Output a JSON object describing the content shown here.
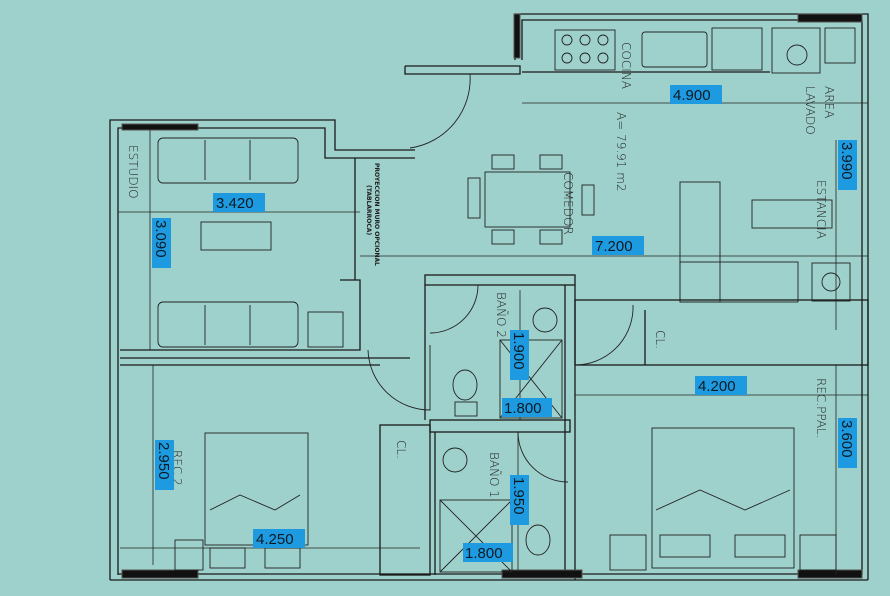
{
  "plan": {
    "total_area": "A= 79.91 m2",
    "rooms": {
      "cocina": "COCINA",
      "area": "AREA",
      "lavado": "LAVADO",
      "comedor": "COMEDOR",
      "estancia": "ESTANCIA",
      "estudio": "ESTUDIO",
      "bano2": "BAÑO 2",
      "bano1": "BAÑO 1",
      "closet_a": "CL.",
      "closet_b": "CL.",
      "rec_ppal": "REC.PPAL.",
      "rec2": "REC.2"
    },
    "notes": {
      "proyeccion_1": "PROYECCION MURO OPCIONAL",
      "proyeccion_2": "(TABLARROCA)"
    },
    "dimensions": {
      "kitchen_width": "4.900",
      "estancia_depth": "3.990",
      "estudio_width": "3.420",
      "estudio_depth": "3.090",
      "total_width": "7.200",
      "bano2_depth": "1.900",
      "bano2_width": "1.800",
      "rec_ppal_width": "4.200",
      "rec_ppal_depth": "3.600",
      "rec2_depth": "2.950",
      "rec2_width": "4.250",
      "bano1_depth": "1.950",
      "bano1_width": "1.800"
    },
    "colors": {
      "background": "#9fd1cc",
      "dimension_label": "#1e9be0",
      "walls": "#1a1a1a"
    }
  }
}
